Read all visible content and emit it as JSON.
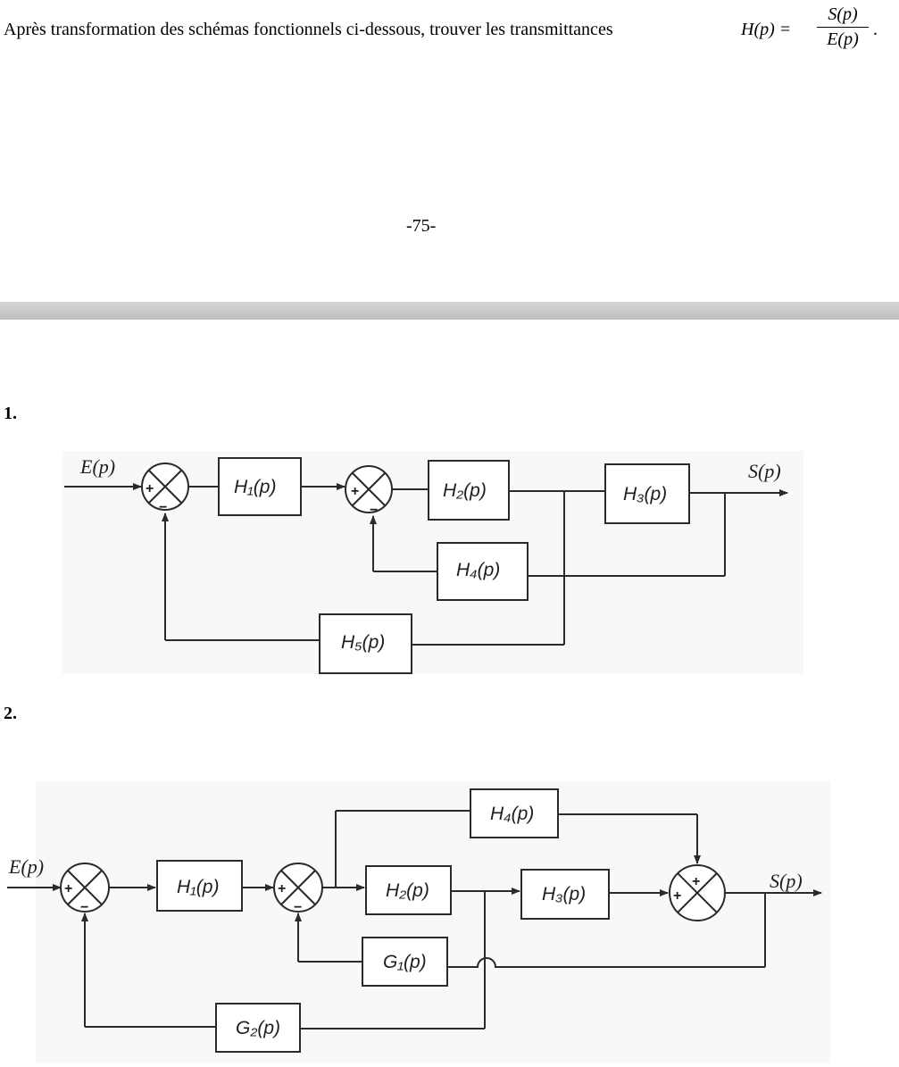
{
  "intro": "Après transformation des schémas fonctionnels ci-dessous, trouver les transmittances",
  "formula": {
    "lhs": "H(p) =",
    "num": "S(p)",
    "den": "E(p)",
    "end": "."
  },
  "page_number": "-75-",
  "q1": {
    "number": "1.",
    "input": "E(p)",
    "output": "S(p)",
    "blocks": {
      "h1": "H₁(p)",
      "h2": "H₂(p)",
      "h3": "H₃(p)",
      "h4": "H₄(p)",
      "h5": "H₅(p)"
    },
    "signs": {
      "plus": "+",
      "minus": "−"
    }
  },
  "q2": {
    "number": "2.",
    "input": "E(p)",
    "output": "S(p)",
    "blocks": {
      "h1": "H₁(p)",
      "h2": "H₂(p)",
      "h3": "H₃(p)",
      "h4": "H₄(p)",
      "g1": "G₁(p)",
      "g2": "G₂(p)"
    },
    "signs": {
      "plus": "+",
      "minus": "−"
    }
  }
}
